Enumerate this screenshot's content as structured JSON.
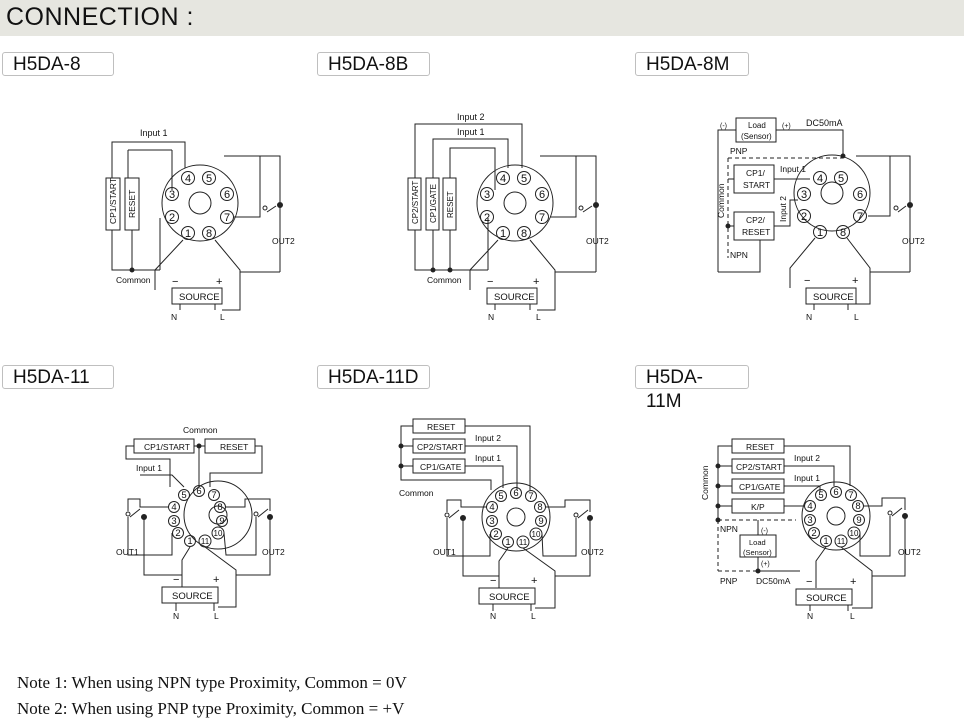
{
  "header": {
    "title": "CONNECTION :"
  },
  "colors": {
    "banner": "#e6e6e0",
    "line": "#222222"
  },
  "diagrams": [
    {
      "model": "H5DA-8",
      "input1": "Input 1",
      "boxA": "CP1/START",
      "boxB": "RESET",
      "common": "Common",
      "pins": [
        "4",
        "5",
        "3",
        "6",
        "2",
        "7",
        "1",
        "8"
      ],
      "out": "OUT2",
      "minus": "−",
      "plus": "+",
      "source": "SOURCE",
      "n": "N",
      "l": "L"
    },
    {
      "model": "H5DA-8B",
      "input1": "Input 1",
      "input2": "Input 2",
      "boxA": "CP2/START",
      "boxB": "CP1/GATE",
      "boxC": "RESET",
      "common": "Common",
      "pins": [
        "4",
        "5",
        "3",
        "6",
        "2",
        "7",
        "1",
        "8"
      ],
      "out": "OUT2",
      "minus": "−",
      "plus": "+",
      "source": "SOURCE",
      "n": "N",
      "l": "L"
    },
    {
      "model": "H5DA-8M",
      "loadMinus": "(-)",
      "load1": "Load",
      "load2": "(Sensor)",
      "loadPlus": "(+)",
      "dc": "DC50mA",
      "pnp": "PNP",
      "npn": "NPN",
      "common": "Common",
      "cp1a": "CP1/",
      "cp1b": "START",
      "cp2a": "CP2/",
      "cp2b": "RESET",
      "input1": "Input 1",
      "input2": "Input 2",
      "pins": [
        "4",
        "5",
        "3",
        "6",
        "2",
        "7",
        "1",
        "8"
      ],
      "out": "OUT2",
      "minus": "−",
      "plus": "+",
      "source": "SOURCE",
      "n": "N",
      "l": "L"
    },
    {
      "model": "H5DA-11",
      "common": "Common",
      "boxA": "CP1/START",
      "boxB": "RESET",
      "input1": "Input 1",
      "pins": [
        "5",
        "6",
        "7",
        "4",
        "8",
        "3",
        "9",
        "2",
        "10",
        "1",
        "11"
      ],
      "out1": "OUT1",
      "out2": "OUT2",
      "minus": "−",
      "plus": "+",
      "source": "SOURCE",
      "n": "N",
      "l": "L"
    },
    {
      "model": "H5DA-11D",
      "reset": "RESET",
      "cp2": "CP2/START",
      "cp1": "CP1/GATE",
      "input2": "Input 2",
      "input1": "Input 1",
      "common": "Common",
      "pins": [
        "5",
        "6",
        "7",
        "4",
        "8",
        "3",
        "9",
        "2",
        "10",
        "1",
        "11"
      ],
      "out1": "OUT1",
      "out2": "OUT2",
      "minus": "−",
      "plus": "+",
      "source": "SOURCE",
      "n": "N",
      "l": "L"
    },
    {
      "model": "H5DA-11M",
      "reset": "RESET",
      "cp2": "CP2/START",
      "cp1": "CP1/GATE",
      "kp": "K/P",
      "input2": "Input 2",
      "input1": "Input 1",
      "common": "Common",
      "npn": "NPN",
      "pnp": "PNP",
      "loadMinus": "(-)",
      "load1": "Load",
      "load2": "(Sensor)",
      "loadPlus": "(+)",
      "dc": "DC50mA",
      "pins": [
        "5",
        "6",
        "7",
        "4",
        "8",
        "3",
        "9",
        "2",
        "10",
        "1",
        "11"
      ],
      "out2": "OUT2",
      "minus": "−",
      "plus": "+",
      "source": "SOURCE",
      "n": "N",
      "l": "L"
    }
  ],
  "notes": [
    "Note 1: When using NPN type Proximity, Common = 0V",
    "Note 2: When using PNP type Proximity, Common = +V"
  ]
}
